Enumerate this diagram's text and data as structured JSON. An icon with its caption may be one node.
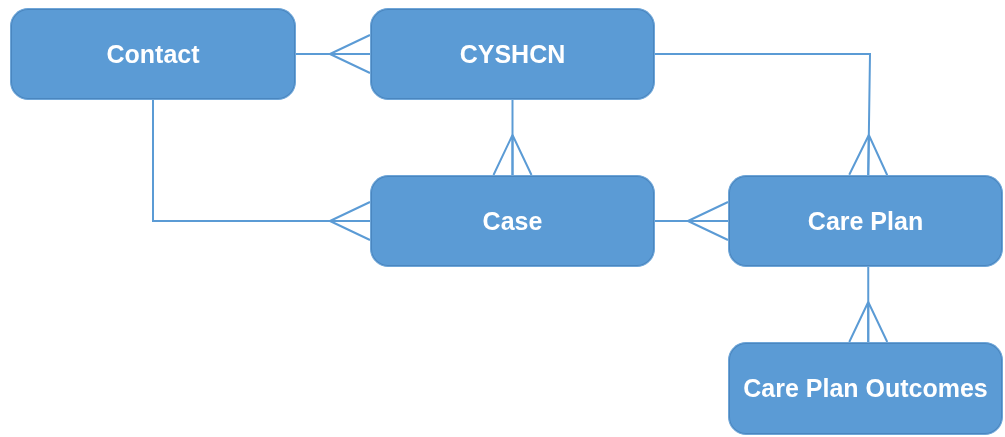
{
  "diagram": {
    "nodes": [
      {
        "text": [
          "Contact"
        ]
      },
      {
        "text": [
          "CYSHCN"
        ]
      },
      {
        "text": [
          "Case"
        ]
      },
      {
        "text": [
          "Care Plan"
        ]
      },
      {
        "text": [
          "Care Plan Outcomes"
        ]
      }
    ],
    "edges": [
      {
        "from": 0,
        "to": 1,
        "arrow": "other"
      },
      {
        "from": 1,
        "to": 2,
        "arrow": "other"
      },
      {
        "from": 0,
        "to": 2,
        "arrow": "other"
      },
      {
        "from": 1,
        "to": 3,
        "arrow": "other"
      },
      {
        "from": 2,
        "to": 3,
        "arrow": "other"
      },
      {
        "from": 3,
        "to": 4,
        "arrow": "other"
      }
    ]
  }
}
